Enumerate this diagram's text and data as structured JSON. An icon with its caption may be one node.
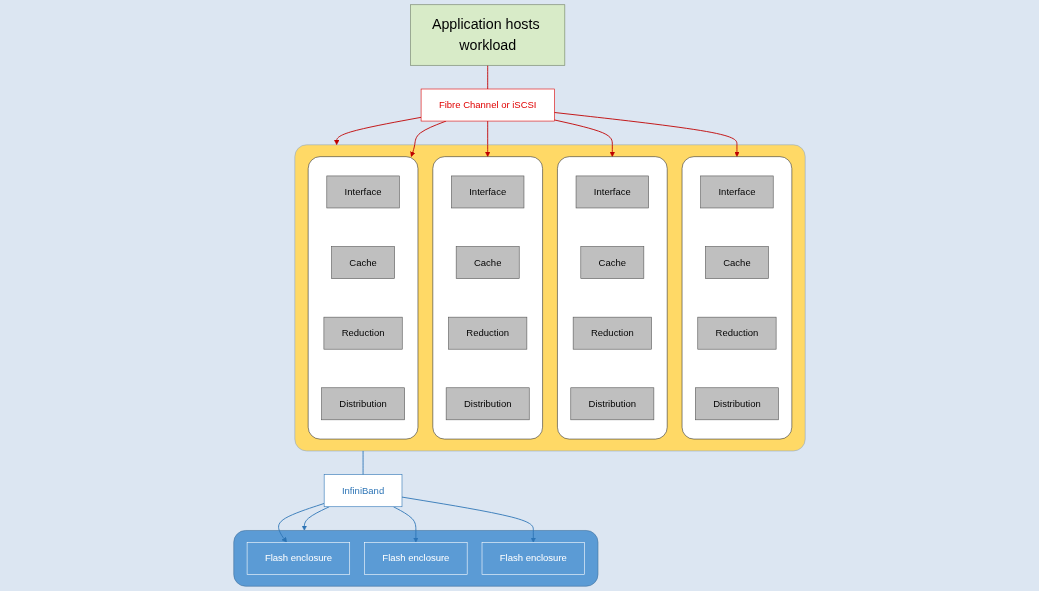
{
  "diagram": {
    "nodes": [
      {
        "text": [
          "Application hosts workload"
        ]
      },
      {
        "text": [
          "Fibre Channel or iSCSI"
        ]
      },
      {
        "text": [],
        "shape": "box"
      },
      {
        "text": [],
        "shape": "box",
        "in": 2
      },
      {
        "text": [
          "Interface"
        ],
        "in": 3
      },
      {
        "text": [
          "Cache"
        ],
        "in": 3
      },
      {
        "text": [
          "Reduction"
        ],
        "in": 3
      },
      {
        "text": [
          "Distribution"
        ],
        "in": 3
      },
      {
        "text": [],
        "shape": "box",
        "in": 2
      },
      {
        "text": [
          "Interface"
        ],
        "in": 8
      },
      {
        "text": [
          "Cache"
        ],
        "in": 8
      },
      {
        "text": [
          "Reduction"
        ],
        "in": 8
      },
      {
        "text": [
          "Distribution"
        ],
        "in": 8
      },
      {
        "text": [],
        "shape": "box",
        "in": 2
      },
      {
        "text": [
          "Interface"
        ],
        "in": 13
      },
      {
        "text": [
          "Cache"
        ],
        "in": 13
      },
      {
        "text": [
          "Reduction"
        ],
        "in": 13
      },
      {
        "text": [
          "Distribution"
        ],
        "in": 13
      },
      {
        "text": [],
        "shape": "box",
        "in": 2
      },
      {
        "text": [
          "Interface"
        ],
        "in": 18
      },
      {
        "text": [
          "Cache"
        ],
        "in": 18
      },
      {
        "text": [
          "Reduction"
        ],
        "in": 18
      },
      {
        "text": [
          "Distribution"
        ],
        "in": 18
      },
      {
        "text": [
          "InfiniBand"
        ]
      },
      {
        "text": [],
        "shape": "box"
      },
      {
        "text": [
          "Flash enclosure"
        ],
        "in": 24
      },
      {
        "text": [
          "Flash enclosure"
        ],
        "in": 24
      },
      {
        "text": [
          "Flash enclosure"
        ],
        "in": 24
      }
    ],
    "edges": [
      {
        "from": 0,
        "to": 1,
        "arrow": "none",
        "color": "#c00000"
      },
      {
        "from": 1,
        "to": 3,
        "arrow": "to",
        "color": "#c00000"
      },
      {
        "from": 1,
        "to": 8,
        "arrow": "to",
        "color": "#c00000"
      },
      {
        "from": 1,
        "to": 13,
        "arrow": "to",
        "color": "#c00000"
      },
      {
        "from": 1,
        "to": 2,
        "arrow": "to",
        "color": "#c00000"
      },
      {
        "from": 1,
        "to": 18,
        "arrow": "to",
        "color": "#c00000"
      },
      {
        "from": 2,
        "to": 23,
        "arrow": "none",
        "color": "#2e75b6"
      },
      {
        "from": 23,
        "to": 25,
        "arrow": "to",
        "color": "#2e75b6"
      },
      {
        "from": 23,
        "to": 26,
        "arrow": "to",
        "color": "#2e75b6"
      },
      {
        "from": 23,
        "to": 24,
        "arrow": "to",
        "color": "#2e75b6"
      },
      {
        "from": 23,
        "to": 27,
        "arrow": "to",
        "color": "#2e75b6"
      }
    ]
  }
}
